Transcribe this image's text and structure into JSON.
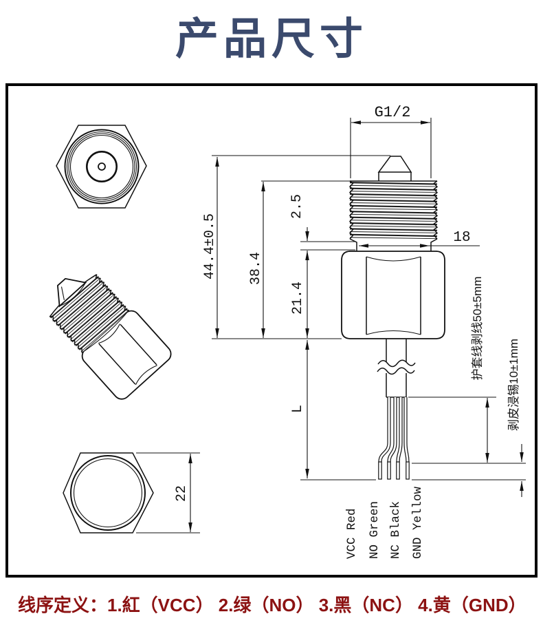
{
  "title": "产品尺寸",
  "colors": {
    "title_navy": "#3b4a6d",
    "legend_red": "#8c1212",
    "line": "#111111"
  },
  "drawing": {
    "dims": {
      "thread_spec": "G1/2",
      "overall_length": "44.4±0.5",
      "thread_length": "38.4",
      "neck_height": "2.5",
      "hex_height": "21.4",
      "neck_width": "18",
      "cable_length": "L",
      "hex_width": "22",
      "sheath_strip": "护套线剥线50±5mm",
      "tin_strip": "剥皮浸锡10±1mm"
    },
    "wires": [
      "VCC Red",
      "NO Green",
      "NC Black",
      "GND Yellow"
    ]
  },
  "legend": "线序定义：1.紅（VCC） 2.绿（NO） 3.黑（NC） 4.黄（GND）"
}
